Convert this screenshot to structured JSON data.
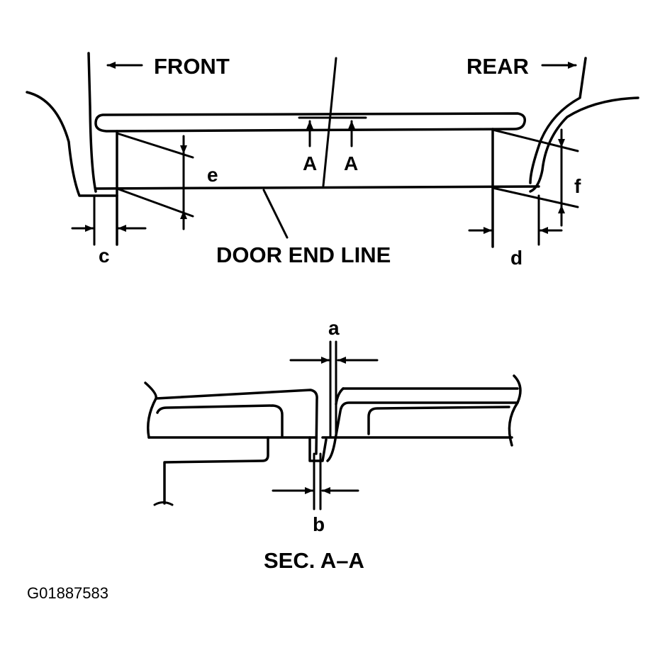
{
  "labels": {
    "front": "FRONT",
    "rear": "REAR",
    "section_mark_left": "A",
    "section_mark_right": "A",
    "gap_e": "e",
    "gap_f": "f",
    "gap_c": "c",
    "gap_d": "d",
    "door_end_line": "DOOR END LINE",
    "gap_a": "a",
    "gap_b": "b",
    "section_title": "SEC. A–A",
    "figure_id": "G01887583"
  }
}
